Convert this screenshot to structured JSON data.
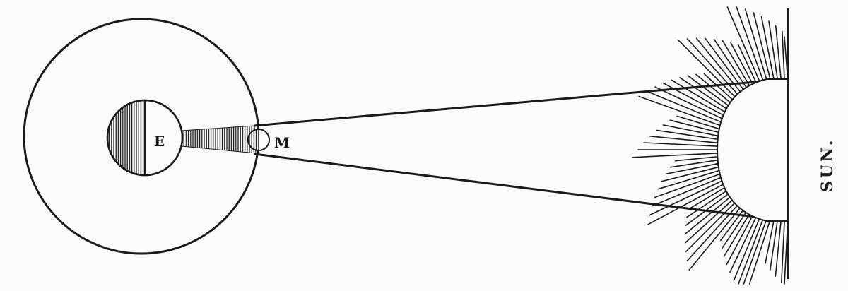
{
  "labels": {
    "earth": "E",
    "moon": "M",
    "sun": "SUN."
  },
  "colors": {
    "ink": "#1a1a1a",
    "paper": "#fbfbf9"
  }
}
